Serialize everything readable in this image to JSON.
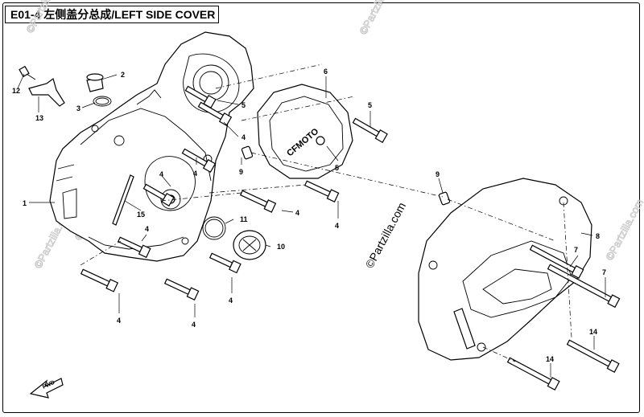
{
  "title": {
    "code": "E01-4",
    "name": "左侧盖分总成/LEFT SIDE COVER"
  },
  "watermarks": {
    "main": "©Partzilla.com",
    "faint": "©Partzilla.com",
    "fwd": "FWD",
    "brand": "CFMOTO"
  },
  "callouts": {
    "c1": "1",
    "c2": "2",
    "c3": "3",
    "c4a": "4",
    "c4b": "4",
    "c4c": "4",
    "c4d": "4",
    "c4e": "4",
    "c4f": "4",
    "c4g": "4",
    "c4h": "4",
    "c4i": "4",
    "c5a": "5",
    "c5b": "5",
    "c5c": "5",
    "c6": "6",
    "c7a": "7",
    "c7b": "7",
    "c8": "8",
    "c9a": "9",
    "c9b": "9",
    "c10": "10",
    "c11": "11",
    "c12": "12",
    "c13": "13",
    "c14a": "14",
    "c14b": "14",
    "c15": "15"
  }
}
